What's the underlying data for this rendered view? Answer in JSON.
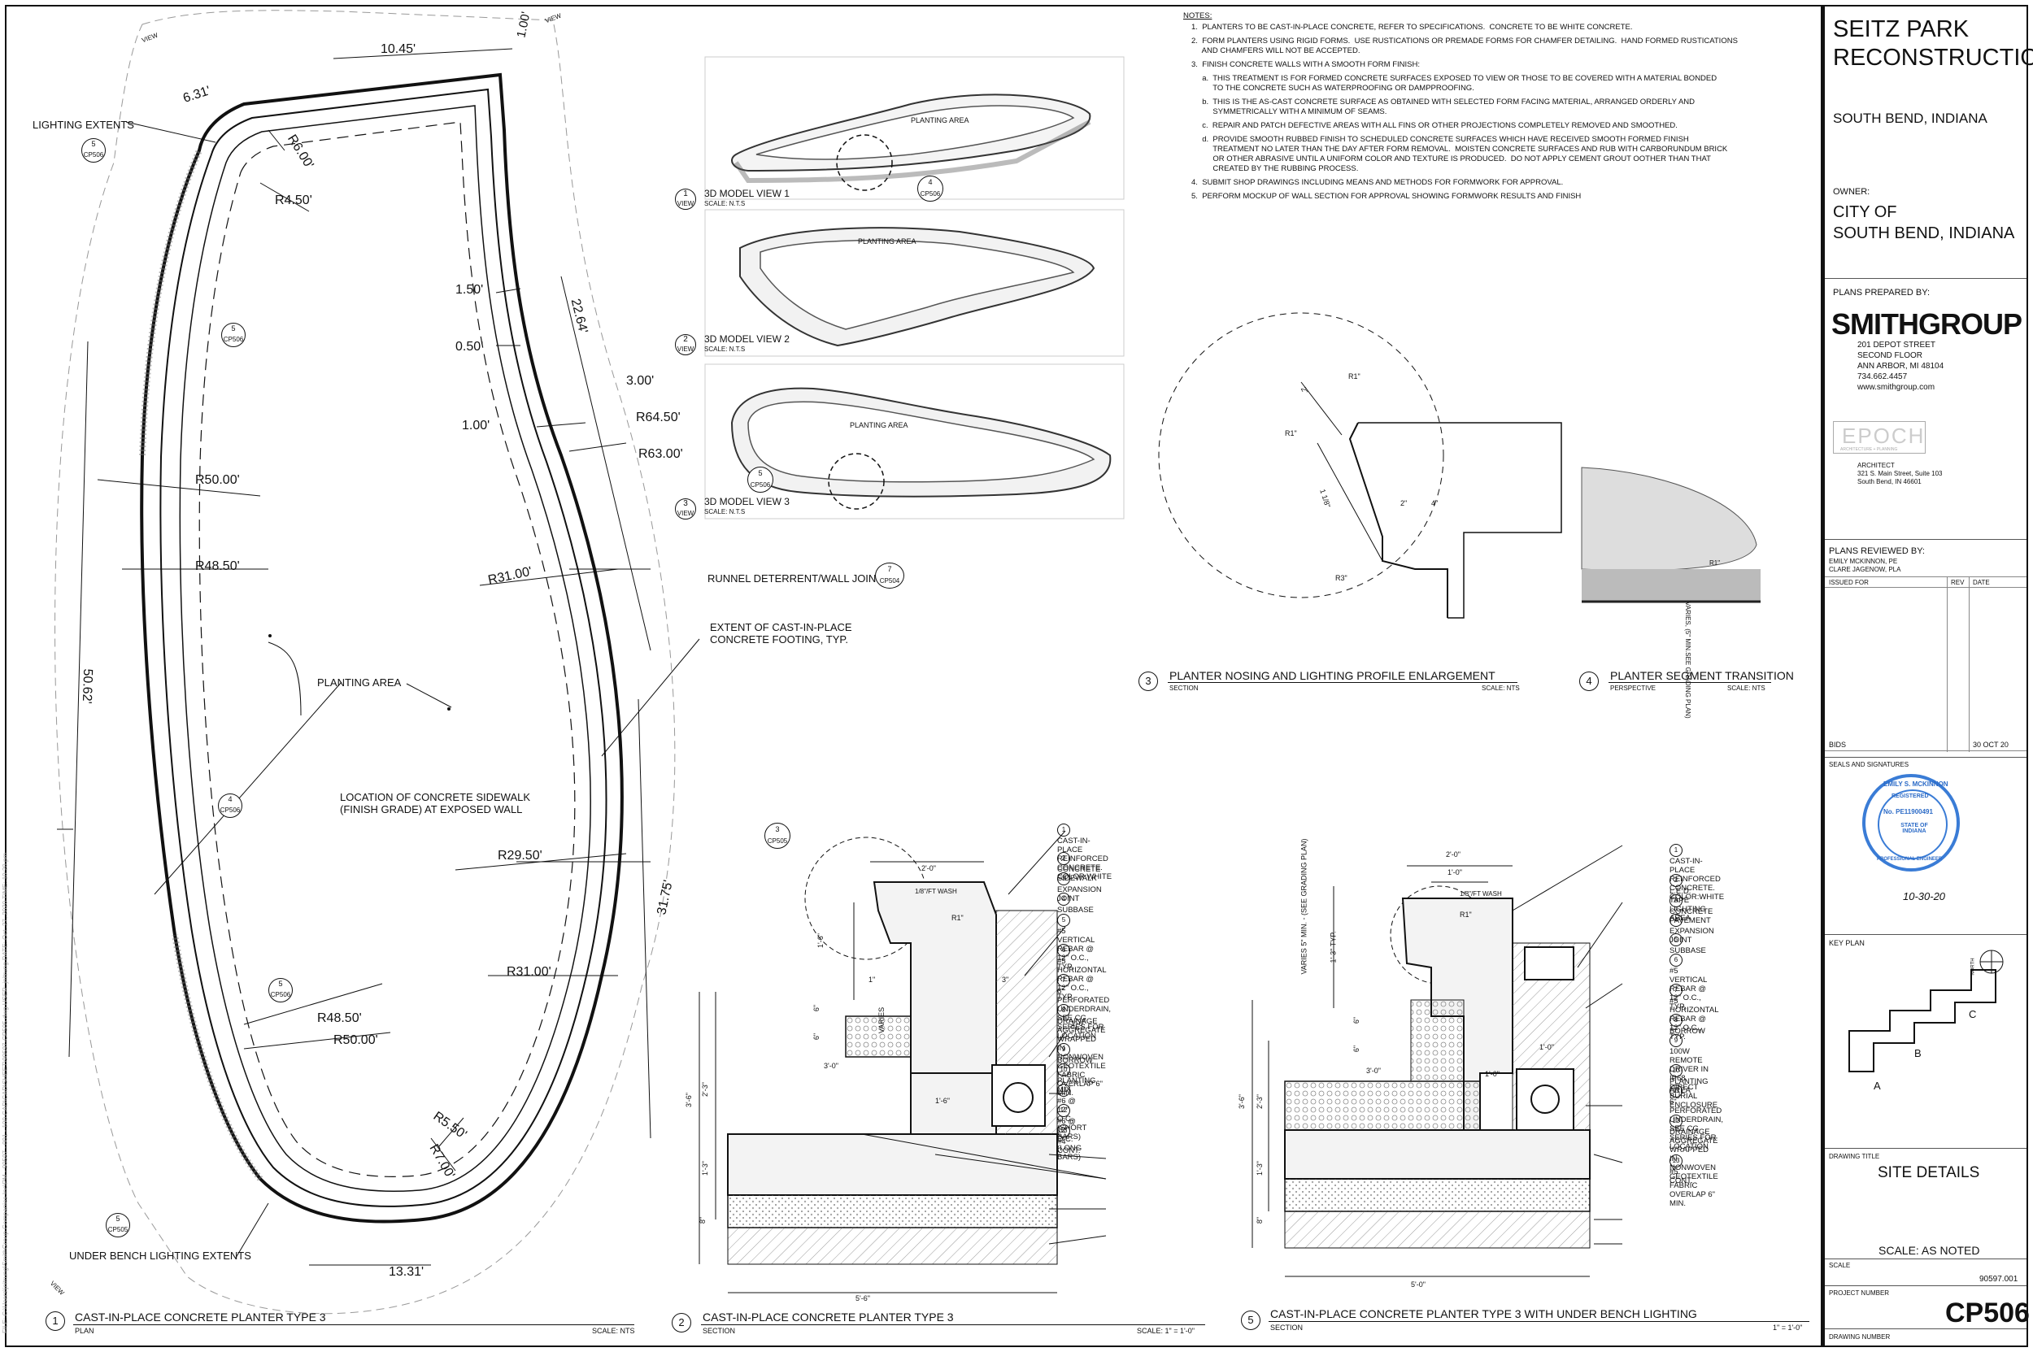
{
  "titleblock": {
    "project_title_1": "SEITZ PARK",
    "project_title_2": "RECONSTRUCTION",
    "location": "SOUTH BEND, INDIANA",
    "owner_label": "OWNER:",
    "owner_1": "CITY OF",
    "owner_2": "SOUTH BEND, INDIANA",
    "prepared_label": "PLANS PREPARED BY:",
    "firm": "SMITHGROUP",
    "firm_addr": [
      "201 DEPOT STREET",
      "SECOND FLOOR",
      "ANN ARBOR, MI  48104",
      "734.662.4457",
      "www.smithgroup.com"
    ],
    "epoch": "EPOCH",
    "epoch_sub": "ARCHITECTURE + PLANNING",
    "architect_lines": [
      "ARCHITECT",
      "321 S. Main Street, Suite 103",
      "South Bend, IN 46601"
    ],
    "reviewed_label": "PLANS REVIEWED BY:",
    "reviewers": [
      "EMILY MCKINNON, PE",
      "CLARE JAGENOW, PLA"
    ],
    "issued_for": "ISSUED FOR",
    "rev": "REV",
    "date": "DATE",
    "issue_row_label": "BIDS",
    "issue_row_date": "30 OCT 20",
    "seals_label": "SEALS AND SIGNATURES",
    "seal_name": "EMILY S. MCKINNON",
    "seal_reg": "REGISTERED",
    "seal_no": "No. PE11900491",
    "seal_state": "STATE OF INDIANA",
    "seal_prof": "PROFESSIONAL ENGINEER",
    "seal_date": "10-30-20",
    "keyplan_label": "KEY PLAN",
    "keyplan_areas": [
      "A",
      "B",
      "C"
    ],
    "north": "NORTH",
    "drawing_title_label": "DRAWING TITLE",
    "drawing_title": "SITE DETAILS",
    "scale_value": "SCALE: AS NOTED",
    "scale_label": "SCALE",
    "project_number": "90597.001",
    "project_number_label": "PROJECT NUMBER",
    "drawing_number": "CP506",
    "drawing_number_label": "DRAWING NUMBER"
  },
  "notes": {
    "heading": "NOTES:",
    "items": [
      "1.  PLANTERS TO BE CAST-IN-PLACE CONCRETE, REFER TO SPECIFICATIONS.  CONCRETE TO BE WHITE CONCRETE.",
      "2.  FORM PLANTERS USING RIGID FORMS.  USE RUSTICATIONS OR PREMADE FORMS FOR CHAMFER DETAILING.  HAND FORMED RUSTICATIONS",
      "     AND CHAMFERS WILL NOT BE ACCEPTED.",
      "3.  FINISH CONCRETE WALLS WITH A SMOOTH FORM FINISH:",
      "     a.  THIS TREATMENT IS FOR FORMED CONCRETE SURFACES EXPOSED TO VIEW OR THOSE TO BE COVERED WITH A MATERIAL BONDED",
      "          TO THE CONCRETE SUCH AS WATERPROOFING OR DAMPPROOFING.",
      "     b.  THIS IS THE AS-CAST CONCRETE SURFACE AS OBTAINED WITH SELECTED FORM FACING MATERIAL, ARRANGED ORDERLY AND",
      "          SYMMETRICALLY WITH A MINIMUM OF SEAMS.",
      "     c.  REPAIR AND PATCH DEFECTIVE AREAS WITH ALL FINS OR OTHER PROJECTIONS COMPLETELY REMOVED AND SMOOTHED.",
      "     d.  PROVIDE SMOOTH RUBBED FINISH TO SCHEDULED CONCRETE SURFACES WHICH HAVE RECEIVED SMOOTH FORMED FINISH",
      "          TREATMENT NO LATER THAN THE DAY AFTER FORM REMOVAL.  MOISTEN CONCRETE SURFACES AND RUB WITH CARBORUNDUM BRICK",
      "          OR OTHER ABRASIVE UNTIL A UNIFORM COLOR AND TEXTURE IS PRODUCED.  DO NOT APPLY CEMENT GROUT OOTHER THAN THAT",
      "          CREATED BY THE RUBBING PROCESS.",
      "4.  SUBMIT SHOP DRAWINGS INCLUDING MEANS AND METHODS FOR FORMWORK FOR APPROVAL.",
      "5.  PERFORM MOCKUP OF WALL SECTION FOR APPROVAL SHOWING FORMWORK RESULTS AND FINISH"
    ]
  },
  "plan": {
    "labels": {
      "lighting_extents": "LIGHTING EXTENTS",
      "planting_area": "PLANTING AREA",
      "runnel": "RUNNEL DETERRENT/WALL JOINT",
      "footing_1": "EXTENT OF CAST-IN-PLACE",
      "footing_2": "CONCRETE FOOTING, TYP.",
      "sidewalk_1": "LOCATION OF CONCRETE SIDEWALK",
      "sidewalk_2": "(FINISH GRADE) AT EXPOSED WALL",
      "under_bench": "UNDER BENCH LIGHTING EXTENTS"
    },
    "dims": [
      "10.45'",
      "6.31'",
      "1.00'",
      "R6.00'",
      "R4.50'",
      "1.50'",
      "0.50'",
      "22.64'",
      "3.00'",
      "R64.50'",
      "1.00'",
      "R63.00'",
      "R50.00'",
      "R48.50'",
      "R31.00'",
      "50.62'",
      "R29.50'",
      "31.75'",
      "R31.00'",
      "R48.50'",
      "R50.00'",
      "R5.50'",
      "R7.00'",
      "13.31'"
    ],
    "view_label": "VIEW",
    "refs": [
      {
        "n": "5",
        "s": "CP506"
      },
      {
        "n": "5",
        "s": "CP506"
      },
      {
        "n": "4",
        "s": "CP506"
      },
      {
        "n": "5",
        "s": "CP506"
      },
      {
        "n": "5",
        "s": "CP505"
      },
      {
        "n": "7",
        "s": "CP504"
      }
    ],
    "title": "CAST-IN-PLACE CONCRETE PLANTER TYPE 3",
    "sub": "PLAN",
    "scale": "SCALE: NTS",
    "num": "1"
  },
  "model_views": [
    {
      "n": "1",
      "title": "3D MODEL VIEW 1",
      "scale": "SCALE: N.T.S",
      "area": "PLANTING AREA"
    },
    {
      "n": "2",
      "title": "3D MODEL VIEW 2",
      "scale": "SCALE: N.T.S",
      "area": "PLANTING AREA"
    },
    {
      "n": "3",
      "title": "3D MODEL VIEW 3",
      "scale": "SCALE: N.T.S",
      "area": "PLANTING AREA"
    }
  ],
  "model_refs": [
    {
      "n": "4",
      "s": "CP506"
    },
    {
      "n": "5",
      "s": "CP506"
    }
  ],
  "detail3": {
    "num": "3",
    "title": "PLANTER NOSING AND LIGHTING PROFILE ENLARGEMENT",
    "sub": "SECTION",
    "scale": "SCALE: NTS",
    "dims": [
      "R1\"",
      "2\"",
      "R1\"",
      "1 1/8\"",
      "2\"",
      "4\"",
      "R3\""
    ]
  },
  "detail4": {
    "num": "4",
    "title": "PLANTER SEGMENT TRANSITION",
    "sub": "PERSPECTIVE",
    "scale": "SCALE: NTS",
    "note": "VARIES, (5\" MIN.SEE GRADING PLAN)",
    "dim": "R1\""
  },
  "section2": {
    "num": "2",
    "title": "CAST-IN-PLACE CONCRETE PLANTER TYPE 3",
    "sub": "SECTION",
    "scale": "SCALE: 1\" = 1'-0\"",
    "ref": {
      "n": "3",
      "s": "CP505"
    },
    "dims": [
      "2'-0\"",
      "1/8\"/FT WASH",
      "R1\"",
      "1'-6\"",
      "1\"",
      "3\"",
      "6\"",
      "6\"",
      "VARIES",
      "1'-0\"",
      "3'-0\"",
      "1'-6\"",
      "3'-6\"",
      "2'-3\"",
      "1'-3\"",
      "8\"",
      "5'-6\""
    ],
    "legend": [
      {
        "n": "1",
        "t": [
          "CAST-IN-PLACE REINFORCED",
          "CONCRETE.  COLOR:WHITE"
        ]
      },
      {
        "n": "2",
        "t": [
          "CONCRETE SIDEWALK"
        ]
      },
      {
        "n": "3",
        "t": [
          "EXPANSION JOINT"
        ]
      },
      {
        "n": "4",
        "t": [
          "SUBBASE"
        ]
      },
      {
        "n": "5",
        "t": [
          "#5 VERTICAL REBAR @ 12\" O.C.,",
          "TYP."
        ]
      },
      {
        "n": "6",
        "t": [
          "#5 HORIZONTAL REBAR @ 12\" O.C.,",
          "TYP."
        ]
      },
      {
        "n": "7",
        "t": [
          "6\" PERFORATED UNDERDRAIN,",
          "SEE CG SERIES FOR LOCATION"
        ]
      },
      {
        "n": "8",
        "t": [
          "DRAINAGE AGGREGATE WRAPPED",
          "IN NONWOVEN GEOTEXTILE",
          "FABRIC OVERLAP 6\" MIN."
        ]
      },
      {
        "n": "9",
        "t": [
          "BORROW"
        ]
      },
      {
        "n": "10",
        "t": [
          "PLANTING MIX"
        ]
      },
      {
        "n": "11",
        "t": [
          "#6 @ 12\" O.C. (SHORT BARS)"
        ]
      },
      {
        "n": "12",
        "t": [
          "#6 @ 12\" O.C. (LONG BARS)"
        ]
      },
      {
        "n": "13",
        "t": [
          "#4 CONT."
        ]
      }
    ]
  },
  "section5": {
    "num": "5",
    "title": "CAST-IN-PLACE CONCRETE PLANTER TYPE 3 WITH UNDER BENCH LIGHTING",
    "sub": "SECTION",
    "scale": "1\" = 1'-0\"",
    "dims": [
      "2'-0\"",
      "1'-0\"",
      "1/8\"/FT WASH",
      "R1\"",
      "1'-3\" TYP.",
      "VARIES 5\" MIN. - (SEE GRADING PLAN)",
      "6\"",
      "6\"",
      "1'-0\"",
      "3'-0\"",
      "1'-0\"",
      "3'-6\"",
      "2'-3\"",
      "1'-3\"",
      "8\"",
      "5'-0\""
    ],
    "legend": [
      {
        "n": "1",
        "t": [
          "CAST-IN-PLACE REINFORCED",
          "CONCRETE. COLOR:WHITE"
        ]
      },
      {
        "n": "2",
        "t": [
          "L.E.D.  TAPE LIGHTING AREA"
        ]
      },
      {
        "n": "3",
        "t": [
          "CONCRETE PAVEMENT"
        ]
      },
      {
        "n": "4",
        "t": [
          "EXPANSION JOINT"
        ]
      },
      {
        "n": "5",
        "t": [
          "SUBBASE"
        ]
      },
      {
        "n": "6",
        "t": [
          "#5 VERTICAL REBAR @ 12\" O.C.,",
          "TYP."
        ]
      },
      {
        "n": "7",
        "t": [
          "#5 HORIZONTAL REBAR @ 12\" O.C.,",
          "TYP."
        ]
      },
      {
        "n": "8",
        "t": [
          "BORROW"
        ]
      },
      {
        "n": "9",
        "t": [
          "100W REMOTE DRIVER IN IP68,",
          "DIRECT BURIAL ENCLOSURE"
        ]
      },
      {
        "n": "10",
        "t": [
          "PLANTING AREA"
        ]
      },
      {
        "n": "11",
        "t": [
          "6\" PERFORATED UNDERDRAIN,",
          "SEE CG SERIES FOR LOCATION"
        ]
      },
      {
        "n": "12",
        "t": [
          "DRAINAGE AGGREGATE WRAPPED",
          "IN NONWOVEN GEOTEXTILE",
          "FABRIC OVERLAP 6\" MIN."
        ]
      },
      {
        "n": "13",
        "t": [
          "#5 CONT."
        ]
      }
    ]
  },
  "filepath": "FILE: C:\\Users\\jnitrung\\SmithGroup Companies Inc\\PM - 90597 - 001 - 100 CAD\\CAD\\SHEET\\90597-CP505.dwg   USER: jnitrung   DATE: Oct. 27, 2020   TIME: 10:20 pm"
}
